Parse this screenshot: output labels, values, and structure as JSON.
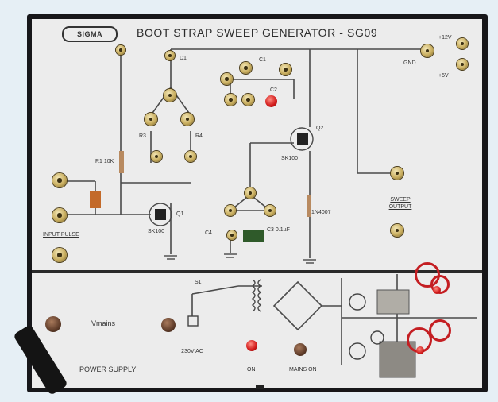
{
  "photo": {
    "brand_logo": "SIGMA",
    "title": "BOOT STRAP SWEEP GENERATOR - SG09",
    "labels": {
      "input_pulse": "INPUT PULSE",
      "sweep_output": "SWEEP OUTPUT",
      "power_supply": "POWER SUPPLY",
      "ac_in": "230V AC",
      "mains": "Vmains",
      "sw_on": "ON",
      "mains_on": "MAINS ON",
      "s1": "S1",
      "d1": "D1",
      "c1": "C1",
      "c2": "C2",
      "q1": "Q1",
      "q2": "Q2",
      "p12v": "+12V",
      "m5v": "+5V",
      "gnd": "GND",
      "q1_part": "SK100",
      "q2_part": "SK100",
      "r1": "R1 10K",
      "r3": "R3",
      "r4": "R4",
      "c3": "C3 0.1µF",
      "c4": "C4",
      "d_diode": "1N4007"
    },
    "colors": {
      "panel": "#ececec",
      "frame": "#17171a",
      "background": "#e6eff5",
      "led": "#d01818"
    }
  }
}
